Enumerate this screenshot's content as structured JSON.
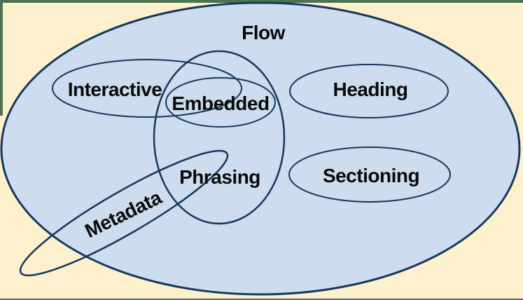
{
  "diagram": {
    "labels": {
      "flow": "Flow",
      "interactive": "Interactive",
      "embedded": "Embedded",
      "heading": "Heading",
      "phrasing": "Phrasing",
      "sectioning": "Sectioning",
      "metadata": "Metadata"
    },
    "colors": {
      "page_background": "#FCF0CD",
      "flow_fill": "#CDDCEE",
      "set_outline": "#17375D",
      "frame_border": "#4C7254",
      "label_text": "#0A0A0A"
    }
  }
}
